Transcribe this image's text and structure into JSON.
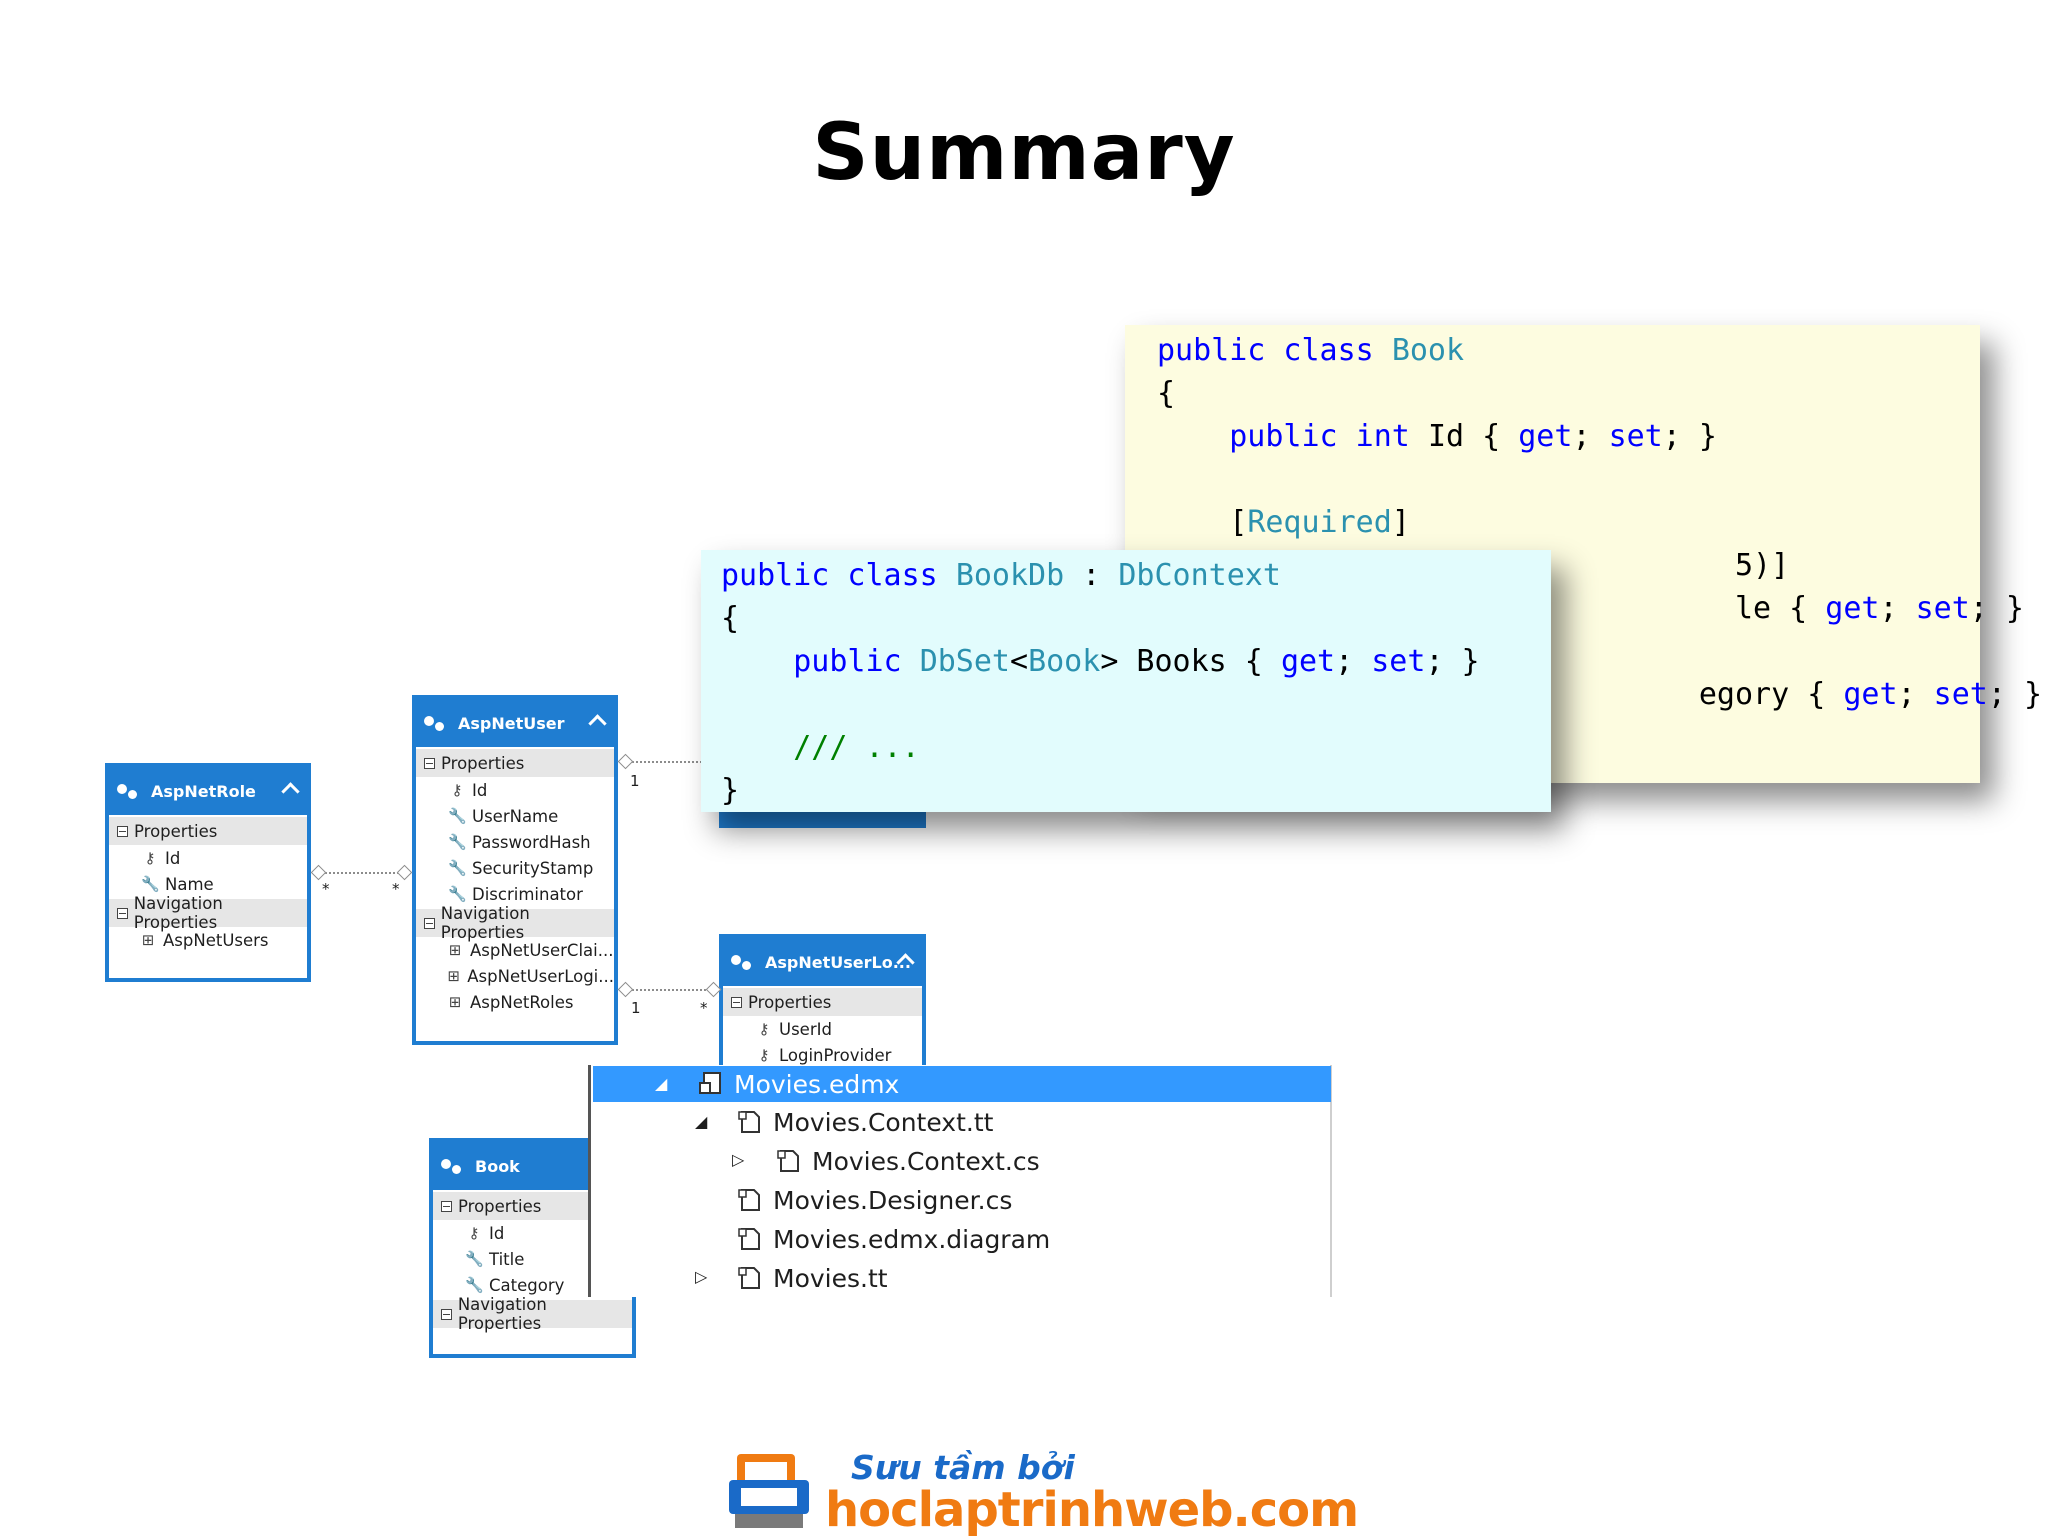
{
  "slide": {
    "title": "Summary"
  },
  "entities": {
    "aspnetrole": {
      "name": "AspNetRole",
      "sections": [
        {
          "label": "Properties",
          "rows": [
            "Id",
            "Name"
          ]
        },
        {
          "label": "Navigation Properties",
          "rows": [
            "AspNetUsers"
          ]
        }
      ]
    },
    "aspnetuser": {
      "name": "AspNetUser",
      "sections": [
        {
          "label": "Properties",
          "rows": [
            "Id",
            "UserName",
            "PasswordHash",
            "SecurityStamp",
            "Discriminator"
          ]
        },
        {
          "label": "Navigation Properties",
          "rows": [
            "AspNetUserClai...",
            "AspNetUserLogi...",
            "AspNetRoles"
          ]
        }
      ]
    },
    "aspnetuserlogin": {
      "name": "AspNetUserLo...",
      "sections": [
        {
          "label": "Properties",
          "rows": [
            "UserId",
            "LoginProvider"
          ]
        }
      ]
    },
    "book": {
      "name": "Book",
      "sections": [
        {
          "label": "Properties",
          "rows": [
            "Id",
            "Title",
            "Category"
          ]
        },
        {
          "label": "Navigation Properties",
          "rows": []
        }
      ]
    }
  },
  "multiplicities": {
    "role_user_left": "*",
    "role_user_right": "*",
    "user_top": "1",
    "user_login_left": "1",
    "user_login_right": "*"
  },
  "code_book": {
    "l1_kw": "public class",
    "l1_ty": "Book",
    "l2": "{",
    "l3_kw1": "public int",
    "l3_tx1": "Id { ",
    "l3_kw2": "get",
    "l3_tx2": "; ",
    "l3_kw3": "set",
    "l3_tx3": "; }",
    "l4_tx1": "[",
    "l4_ty": "Required",
    "l4_tx2": "]",
    "l5_tx": "5)]",
    "l6_tx1": "le { ",
    "l6_kw1": "get",
    "l6_tx2": "; ",
    "l6_kw2": "set",
    "l6_tx3": "; }",
    "l7_tx1": "egory { ",
    "l7_kw1": "get",
    "l7_tx2": "; ",
    "l7_kw2": "set",
    "l7_tx3": "; }"
  },
  "code_db": {
    "l1_kw": "public class",
    "l1_ty1": "BookDb",
    "l1_tx": " : ",
    "l1_ty2": "DbContext",
    "l2": "{",
    "l3_kw1": "public",
    "l3_ty1": "DbSet",
    "l3_tx1": "<",
    "l3_ty2": "Book",
    "l3_tx2": "> Books { ",
    "l3_kw2": "get",
    "l3_tx3": "; ",
    "l3_kw3": "set",
    "l3_tx4": "; }",
    "l4_cm": "/// ...",
    "l5": "}"
  },
  "tree": {
    "items": [
      "Movies.edmx",
      "Movies.Context.tt",
      "Movies.Context.cs",
      "Movies.Designer.cs",
      "Movies.edmx.diagram",
      "Movies.tt"
    ]
  },
  "logo": {
    "top": "Sưu tầm bởi",
    "bottom": "hoclaptrinhweb.com"
  },
  "colors": {
    "entity_blue": "#1f7dd1",
    "selection_blue": "#3399ff",
    "book_code_bg": "#fdfce0",
    "db_code_bg": "#e2fcfd",
    "logo_orange": "#f07b12",
    "logo_blue": "#1a6ac8"
  }
}
